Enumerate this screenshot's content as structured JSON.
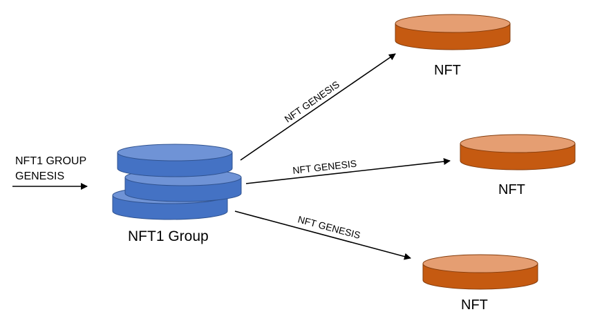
{
  "diagram": {
    "input_label_line1": "NFT1 GROUP",
    "input_label_line2": "GENESIS",
    "group_label": "NFT1 Group",
    "edge_label_top": "NFT GENESIS",
    "edge_label_middle": "NFT GENESIS",
    "edge_label_bottom": "NFT GENESIS",
    "nft_label_top": "NFT",
    "nft_label_middle": "NFT",
    "nft_label_bottom": "NFT"
  },
  "colors": {
    "group_fill": "#4472c4",
    "group_top": "#6f93d6",
    "group_stroke": "#2f528f",
    "nft_fill": "#c55a11",
    "nft_top": "#e59e72",
    "nft_stroke": "#843c0c",
    "arrow": "#000000"
  }
}
